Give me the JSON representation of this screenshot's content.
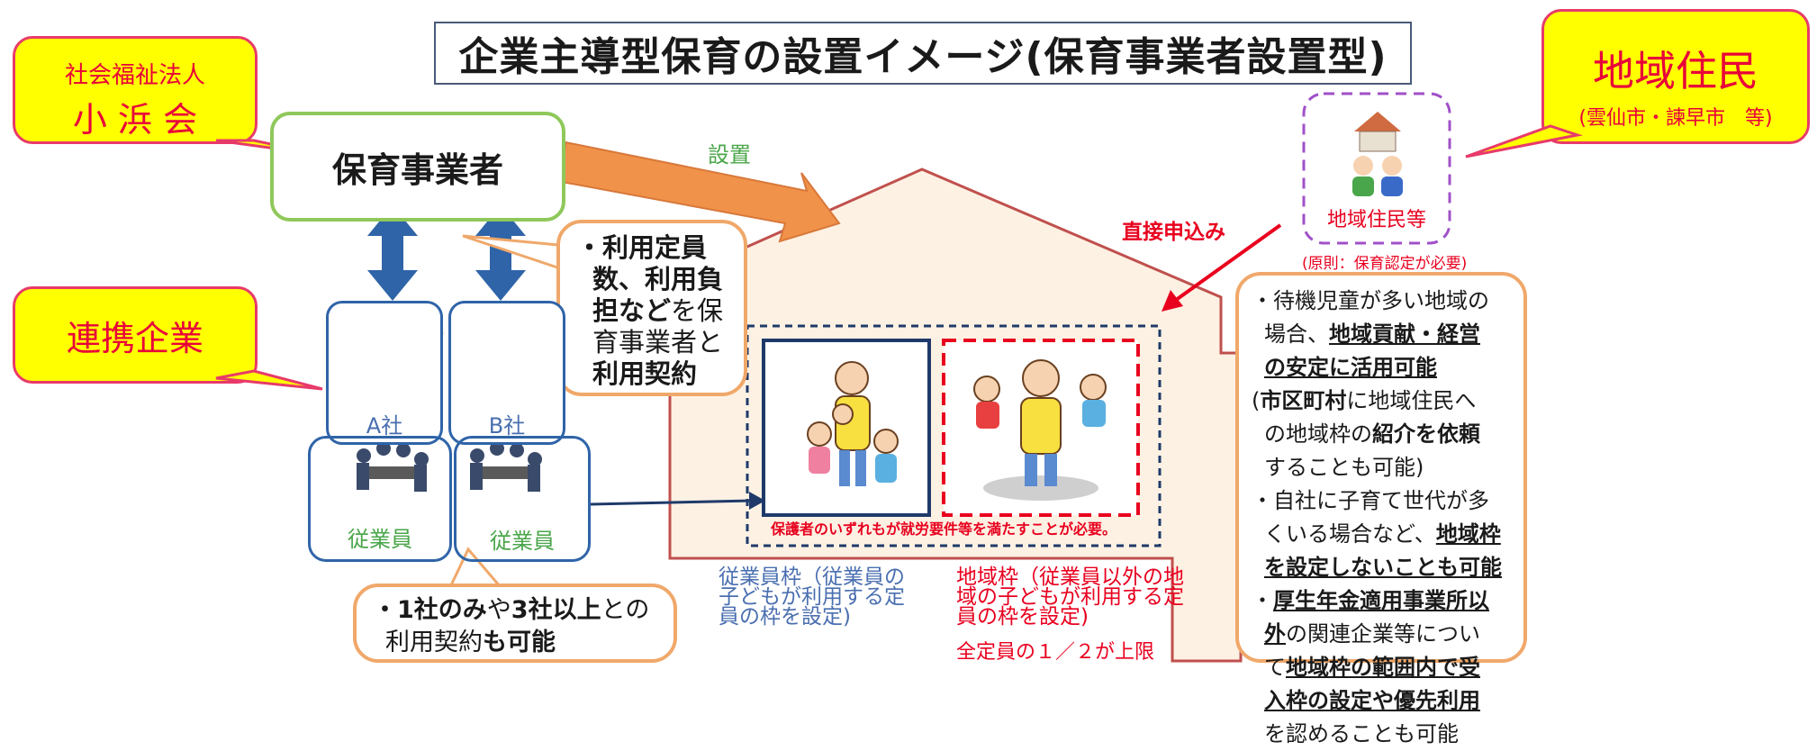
{
  "title": "企業主導型保育の設置イメージ(保育事業者設置型)",
  "callouts": {
    "social_welfare": {
      "line1": "社会福祉法人",
      "line2": "小 浜 会"
    },
    "partner_companies": "連携企業",
    "local_residents": {
      "line1": "地域住民",
      "line2": "(雲仙市・諫早市　等)"
    }
  },
  "operator": "保育事業者",
  "setup_label": "設置",
  "contract_note": {
    "l1": "・利用定員",
    "l2": "数、利用負",
    "l3_a": "担など",
    "l3_b": "を保",
    "l4": "育事業者と",
    "l5": "利用契約"
  },
  "companies": [
    {
      "name": "A社",
      "staff": "従業員"
    },
    {
      "name": "B社",
      "staff": "従業員"
    }
  ],
  "multi_contract": {
    "l1_a": "・1社のみ",
    "l1_b": "や",
    "l1_c": "3社以上",
    "l1_d": "との",
    "l2_a": "利用契約",
    "l2_b": "も可能"
  },
  "residents_box": {
    "label": "地域住民等",
    "note": "(原則：保育認定が必要)"
  },
  "direct_apply": "直接申込み",
  "requirement": "保護者のいずれもが就労要件等を満たすことが必要。",
  "employee_slot": {
    "l1": "従業員枠（従業員の",
    "l2": "子どもが利用する定",
    "l3": "員の枠を設定)"
  },
  "local_slot": {
    "l1": "地域枠（従業員以外の地",
    "l2": "域の子どもが利用する定",
    "l3": "員の枠を設定)"
  },
  "capacity_limit": "全定員の１／２が上限",
  "right_notes": {
    "n1_a": "・待機児童が多い地域の",
    "n1_b": "場合、",
    "n1_c": "地域貢献・経営",
    "n1_d": "の安定に活用可能",
    "n2_a": "(",
    "n2_b": "市区町村",
    "n2_c": "に地域住民へ",
    "n2_d": "の地域枠の",
    "n2_e": "紹介を依頼",
    "n2_f": "することも可",
    "n2_g": "能)",
    "n3_a": "・自社に子育て世代が多",
    "n3_b": "くいる場合など、",
    "n3_c": "地域枠",
    "n3_d": "を設定しないことも可能",
    "n4_a": "・",
    "n4_b": "厚生年金適用事業所以",
    "n4_c": "外",
    "n4_d": "の関連企業等につい",
    "n4_e": "て",
    "n4_f": "地域枠の範囲内で受",
    "n4_g": "入枠の設定や優先利用",
    "n4_h": "を認めることも可能"
  },
  "colors": {
    "callout_fill": "#ffff00",
    "callout_border": "#e83a6a",
    "accent_red": "#e8001e",
    "company_blue": "#2f64a8",
    "operator_green": "#8fc85a",
    "note_orange": "#f0a86a",
    "house_fill": "#fdf1e3"
  }
}
